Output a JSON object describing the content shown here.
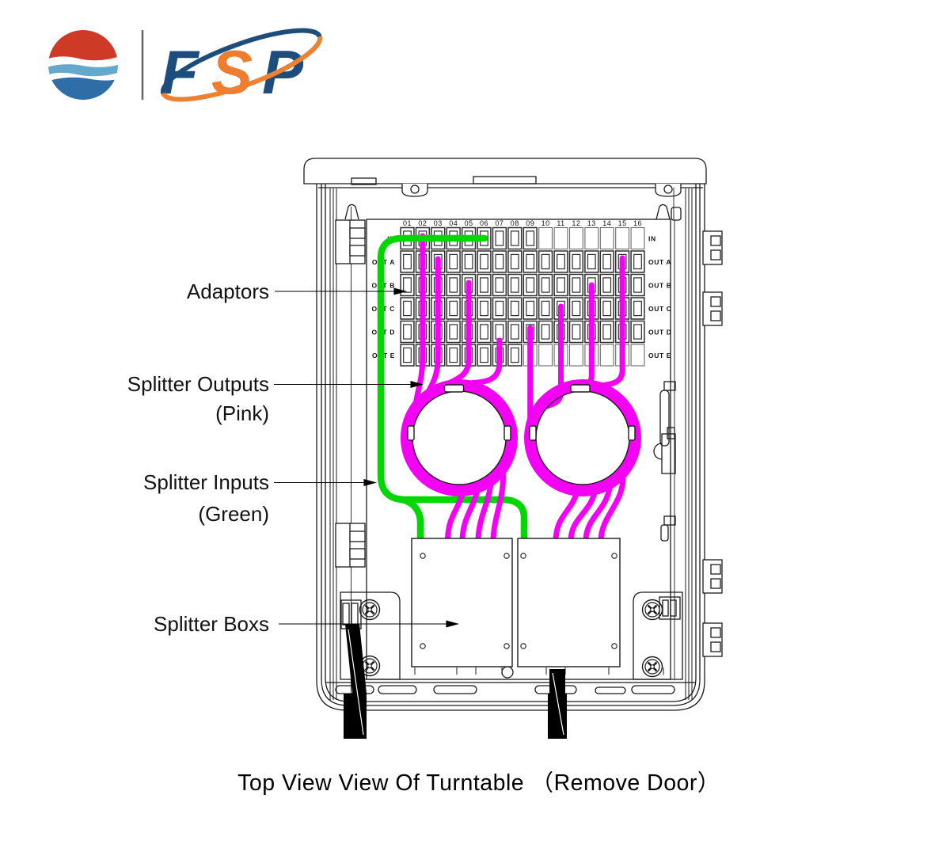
{
  "logo": {
    "letters": [
      "F",
      "S",
      "P"
    ],
    "letter_color": "#1d4d7c",
    "s_color": "#ee7d2f",
    "swoosh_color": "#ee8032",
    "globe": {
      "red": "#cf3a27",
      "light_blue": "#64a9cc",
      "dark_blue": "#2e6da5"
    }
  },
  "callouts": [
    {
      "id": "adaptors",
      "lines": [
        "Adaptors"
      ]
    },
    {
      "id": "splitter-outputs",
      "lines": [
        "Splitter Outputs",
        "(Pink)"
      ]
    },
    {
      "id": "splitter-inputs",
      "lines": [
        "Splitter Inputs",
        "(Green)"
      ]
    },
    {
      "id": "splitter-boxes",
      "lines": [
        "Splitter Boxs"
      ]
    }
  ],
  "caption": "Top View View Of Turntable （Remove Door）",
  "panel": {
    "column_labels": [
      "01",
      "02",
      "03",
      "04",
      "05",
      "06",
      "07",
      "08",
      "09",
      "10",
      "11",
      "12",
      "13",
      "14",
      "15",
      "16"
    ],
    "row_labels": [
      "IN",
      "OUT A",
      "OUT B",
      "OUT C",
      "OUT D",
      "OUT E"
    ],
    "row_labels_right": [
      "IN",
      "OUT A",
      "OUT B",
      "OUT C",
      "OUT D",
      "OUT E"
    ],
    "empty_ports": {
      "IN": [
        "10",
        "11",
        "12",
        "13",
        "14",
        "15",
        "16"
      ],
      "OUT E": [
        "09",
        "10",
        "11",
        "12",
        "13",
        "14",
        "15",
        "16"
      ]
    }
  },
  "cables": {
    "input_color": "#00d600",
    "output_color": "#f400f4",
    "input": {
      "connects_to": "IN-06"
    },
    "outputs": [
      {
        "column": "02",
        "from_row": "IN"
      },
      {
        "column": "03",
        "from_row": "OUT A"
      },
      {
        "column": "05",
        "from_row": "OUT B"
      },
      {
        "column": "07",
        "from_row": "OUT E"
      },
      {
        "column": "09",
        "from_row": "OUT D"
      },
      {
        "column": "11",
        "from_row": "OUT C"
      },
      {
        "column": "13",
        "from_row": "OUT B"
      },
      {
        "column": "15",
        "from_row": "OUT A"
      }
    ]
  }
}
